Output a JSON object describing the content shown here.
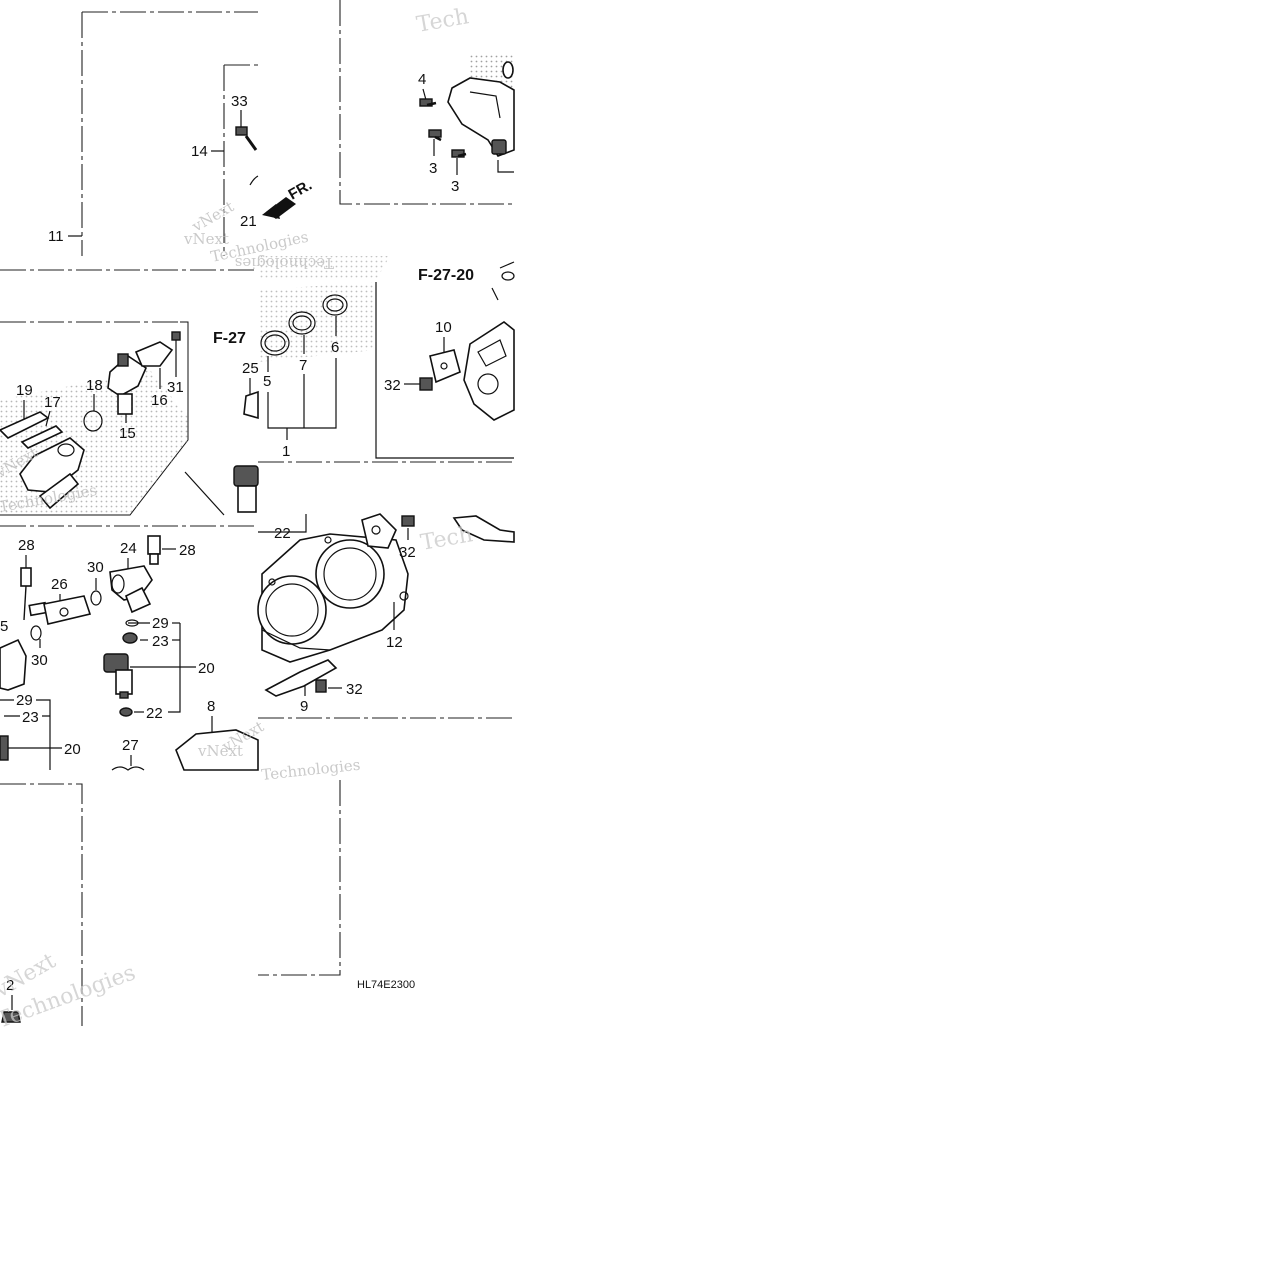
{
  "diagram": {
    "code": "HL74E2300",
    "refs": [
      "F-27-20",
      "F-27"
    ],
    "direction_label": "FR.",
    "watermark": {
      "line1": "vNext",
      "line2": "Technologies",
      "short": "Tech"
    },
    "labels": {
      "p1": "1",
      "p2": "2",
      "p3a": "3",
      "p3b": "3",
      "p4": "4",
      "p5a": "5",
      "p5b": "5",
      "p6": "6",
      "p7": "7",
      "p8": "8",
      "p9": "9",
      "p10": "10",
      "p11": "11",
      "p12": "12",
      "p14": "14",
      "p15": "15",
      "p16": "16",
      "p17": "17",
      "p18": "18",
      "p19": "19",
      "p20a": "20",
      "p20b": "20",
      "p21": "21",
      "p22a": "22",
      "p22b": "22",
      "p23a": "23",
      "p23b": "23",
      "p24": "24",
      "p25": "25",
      "p26": "26",
      "p27": "27",
      "p28a": "28",
      "p28b": "28",
      "p29a": "29",
      "p29b": "29",
      "p30a": "30",
      "p30b": "30",
      "p31": "31",
      "p32a": "32",
      "p32b": "32",
      "p32c": "32",
      "p33": "33"
    }
  }
}
